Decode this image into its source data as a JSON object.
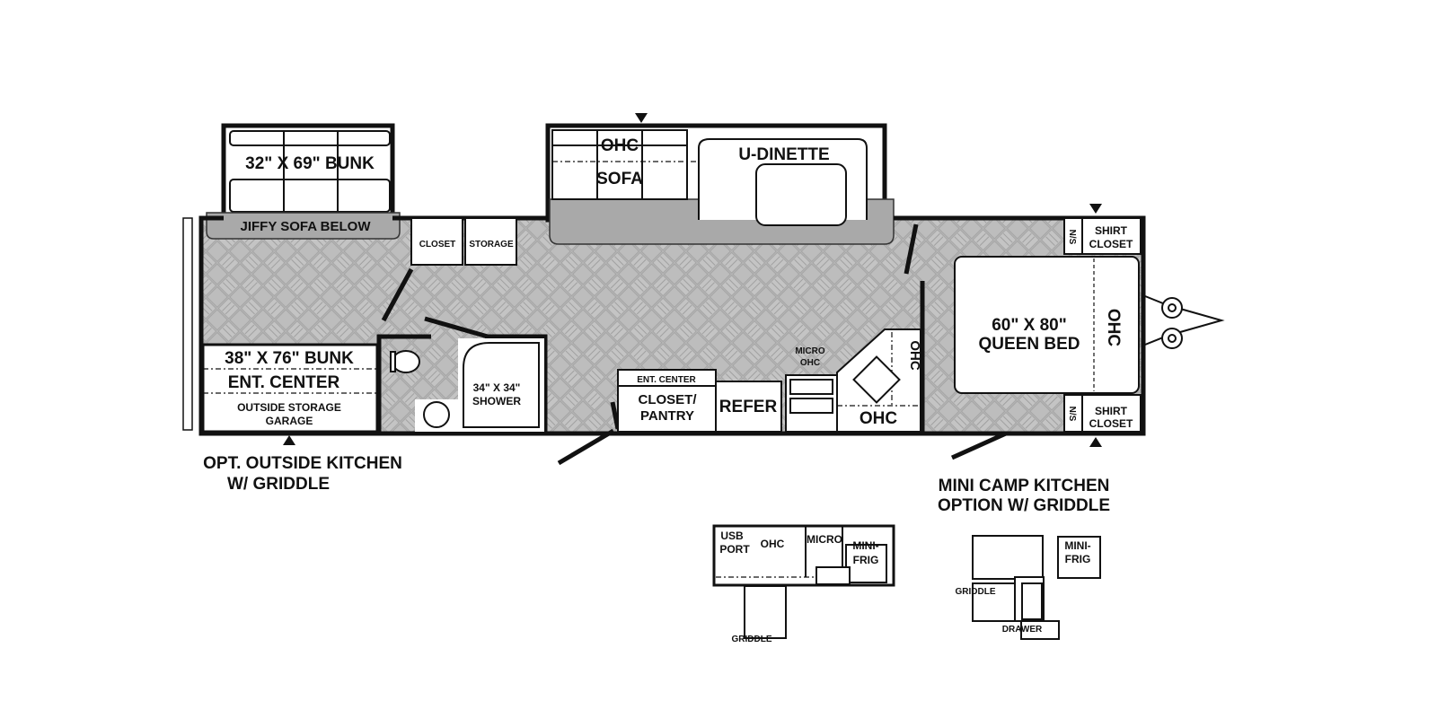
{
  "floorplan": {
    "rooms": {
      "top_bunk": "32\" X 69\" BUNK",
      "jiffy_sofa": "JIFFY SOFA BELOW",
      "closet": "CLOSET",
      "storage": "STORAGE",
      "lower_bunk": "38\" X 76\" BUNK",
      "ent_center_left": "ENT. CENTER",
      "outside_storage": "OUTSIDE STORAGE",
      "garage": "GARAGE",
      "shower_size": "34\" X 34\"",
      "shower": "SHOWER",
      "sofa_ohc": "OHC",
      "sofa": "SOFA",
      "u_dinette": "U-DINETTE",
      "ent_center": "ENT. CENTER",
      "closet_pantry_1": "CLOSET/",
      "closet_pantry_2": "PANTRY",
      "refer": "REFER",
      "micro": "MICRO",
      "micro_ohc": "OHC",
      "kitchen_ohc": "OHC",
      "kitchen_ohc_vertical": "OHC",
      "bed_size": "60\" X 80\"",
      "bed": "QUEEN BED",
      "bed_ohc": "OHC",
      "ns": "N/S",
      "shirt": "SHIRT",
      "shirt_closet": "CLOSET"
    },
    "labels": {
      "outside_kitchen_1": "OPT. OUTSIDE KITCHEN",
      "outside_kitchen_2": "W/ GRIDDLE",
      "mini_camp_1": "MINI CAMP KITCHEN",
      "mini_camp_2": "OPTION W/ GRIDDLE"
    },
    "option_outside_kitchen": {
      "usb": "USB",
      "port": "PORT",
      "ohc": "OHC",
      "micro": "MICRO",
      "mini": "MINI-",
      "frig": "FRIG",
      "griddle": "GRIDDLE"
    },
    "option_mini_camp": {
      "mini": "MINI-",
      "frig": "FRIG",
      "griddle": "GRIDDLE",
      "drawer": "DRAWER"
    }
  }
}
